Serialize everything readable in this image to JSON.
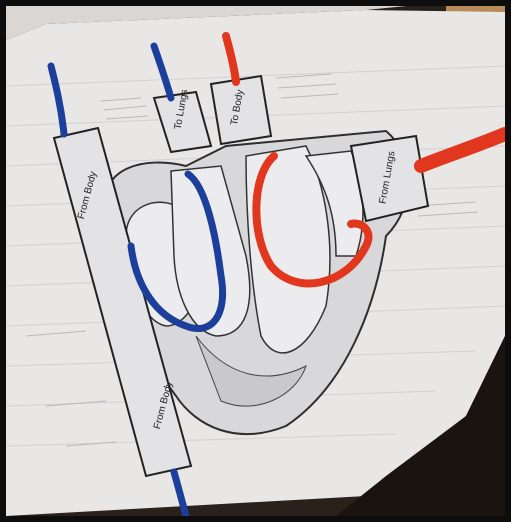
{
  "labels": {
    "to_lungs": "To Lungs",
    "to_body": "To Body",
    "from_lungs": "From Lungs",
    "from_body_upper": "From Body",
    "from_body_lower": "From Body"
  },
  "colors": {
    "blue_yarn": "#1d3f9c",
    "red_yarn": "#e2371f",
    "paper": "#e9e7e4",
    "desk": "#3a2a21"
  }
}
